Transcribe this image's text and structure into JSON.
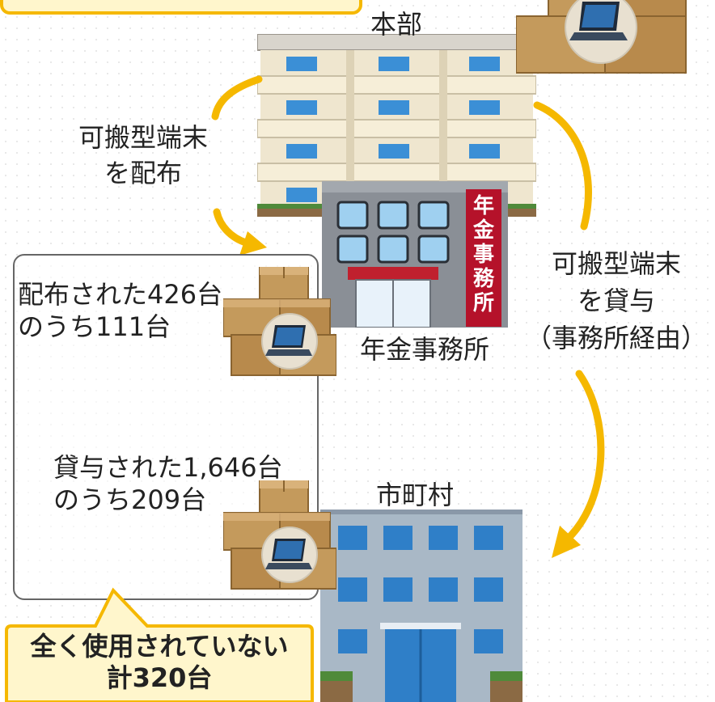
{
  "diagram": {
    "hq": {
      "label": "本部"
    },
    "pension_office": {
      "label": "年金事務所",
      "sign": "年金事務所"
    },
    "municipality": {
      "label": "市町村"
    },
    "flows": {
      "distribute": {
        "line1": "可搬型端末",
        "line2": "を配布"
      },
      "lend": {
        "line1": "可搬型端末",
        "line2": "を貸与",
        "line3": "（事務所経由）"
      }
    },
    "unused_box": {
      "distributed": {
        "line1": "配布された426台",
        "line2": "のうち111台"
      },
      "lent": {
        "line1": "貸与された1,646台",
        "line2": "のうち209台"
      }
    },
    "callout": {
      "line1": "全く使用されていない",
      "line2": "計320台"
    }
  },
  "colors": {
    "arrow": "#f5b800",
    "callout_fill": "#fff6cc",
    "callout_border": "#f5b800",
    "sign_red": "#b5122a",
    "window_blue": "#3b8fd6",
    "box_brown": "#c49a5c"
  }
}
